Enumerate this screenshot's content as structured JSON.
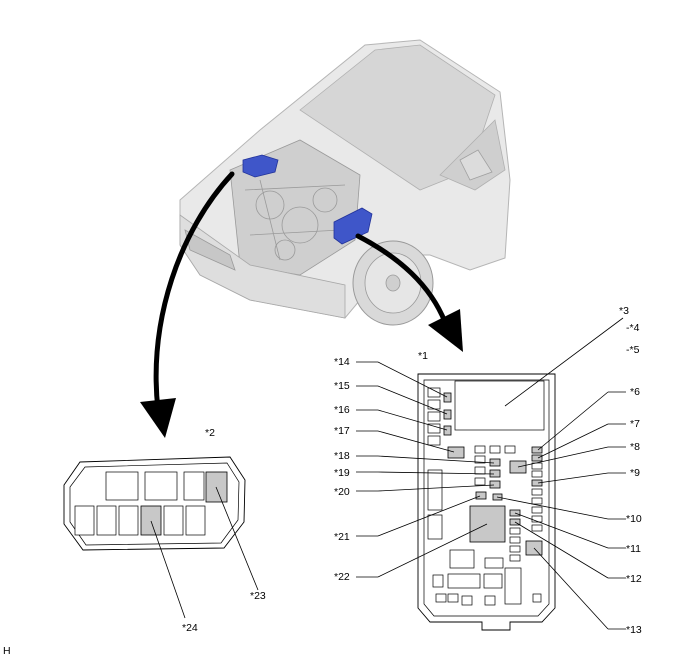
{
  "figure_code": "H",
  "labels": {
    "l1": "*1",
    "l2": "*2",
    "l3": "*3",
    "l4": "-*4",
    "l5": "-*5",
    "l6": "*6",
    "l7": "*7",
    "l8": "*8",
    "l9": "*9",
    "l10": "*10",
    "l11": "*11",
    "l12": "*12",
    "l13": "*13",
    "l14": "*14",
    "l15": "*15",
    "l16": "*16",
    "l17": "*17",
    "l18": "*18",
    "l19": "*19",
    "l20": "*20",
    "l21": "*21",
    "l22": "*22",
    "l23": "*23",
    "l24": "*24"
  },
  "colors": {
    "highlight": "#3f56c9",
    "relay_fill": "#c8c8c8",
    "car_body": "#e9e9e9"
  }
}
